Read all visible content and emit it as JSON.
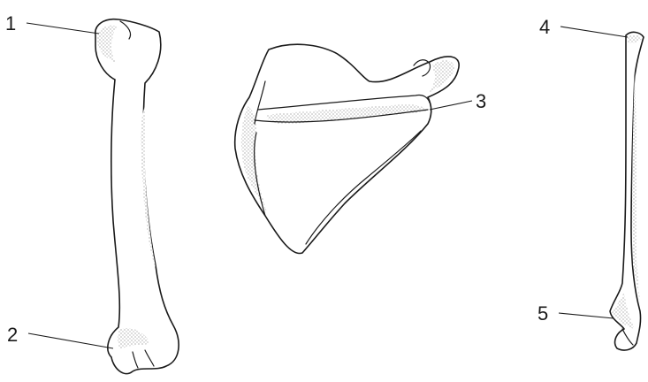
{
  "labels": {
    "l1": "1",
    "l2": "2",
    "l3": "3",
    "l4": "4",
    "l5": "5"
  },
  "figures": {
    "humerus": "humerus",
    "scapula": "scapula",
    "ulna": "ulna"
  },
  "colors": {
    "line": "#1a1a1a",
    "stipple": "#555555",
    "background": "#ffffff"
  }
}
